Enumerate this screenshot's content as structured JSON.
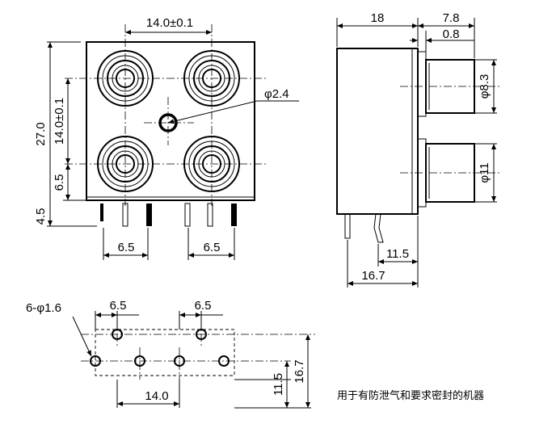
{
  "front_view": {
    "dim_pitch_top": "14.0±0.1",
    "dim_hole": "φ2.4",
    "dim_height": "27.0",
    "dim_pitch_vert": "14.0±0.1",
    "dim_lower_offset": "6.5",
    "dim_pin_len": "4.5",
    "dim_pin_pitch_left": "6.5",
    "dim_pin_pitch_right": "6.5"
  },
  "side_view": {
    "dim_body_depth": "18",
    "dim_front": "7.8",
    "dim_flange": "0.8",
    "dim_upper_dia": "φ8.3",
    "dim_lower_dia": "φ11",
    "dim_pin_x1": "11.5",
    "dim_pin_x2": "16.7"
  },
  "footprint": {
    "dim_holes": "6-φ1.6",
    "dim_top_left": "6.5",
    "dim_top_right": "6.5",
    "dim_bottom": "14.0",
    "dim_right_a": "11.5",
    "dim_right_b": "16.7"
  },
  "note": "用于有防泄气和要求密封的机器"
}
